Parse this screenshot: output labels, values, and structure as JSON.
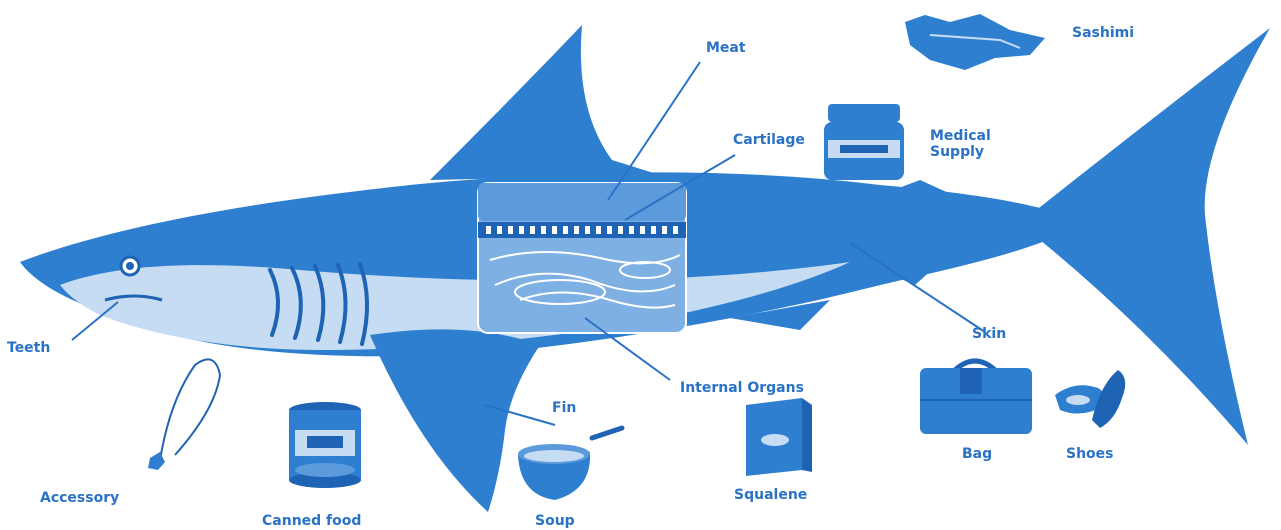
{
  "colors": {
    "primary": "#2f7fd1",
    "dark": "#1f63b4",
    "light": "#c6dcf2",
    "text": "#2a72c6"
  },
  "labels": {
    "meat": "Meat",
    "sashimi": "Sashimi",
    "cartilage": "Cartilage",
    "medical_supply": "Medical Supply",
    "teeth": "Teeth",
    "skin": "Skin",
    "internal_organs": "Internal Organs",
    "fin": "Fin",
    "bag": "Bag",
    "shoes": "Shoes",
    "accessory": "Accessory",
    "canned_food": "Canned food",
    "soup": "Soup",
    "squalene": "Squalene"
  }
}
